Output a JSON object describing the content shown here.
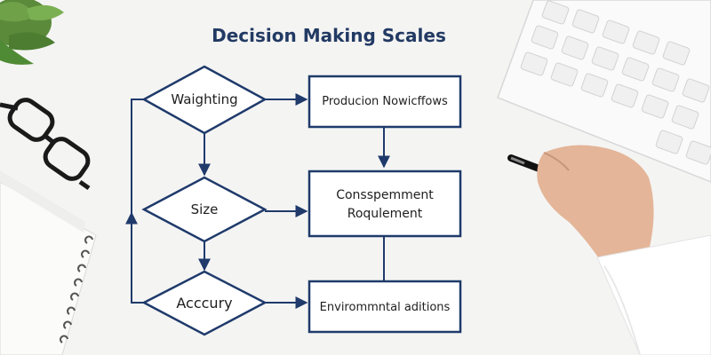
{
  "title": "Decision Making Scales",
  "nodes": {
    "weighting": "Waighting",
    "size": "Size",
    "accuracy": "Acccury",
    "production": "Producion Nowicffows",
    "consumption_1": "Consspemment",
    "consumption_2": "Roqulement",
    "environmental": "Envirommntal aditions"
  },
  "colors": {
    "stroke": "#1f3a6b",
    "box_fill": "#ffffff",
    "background": "#f4f4f3"
  }
}
